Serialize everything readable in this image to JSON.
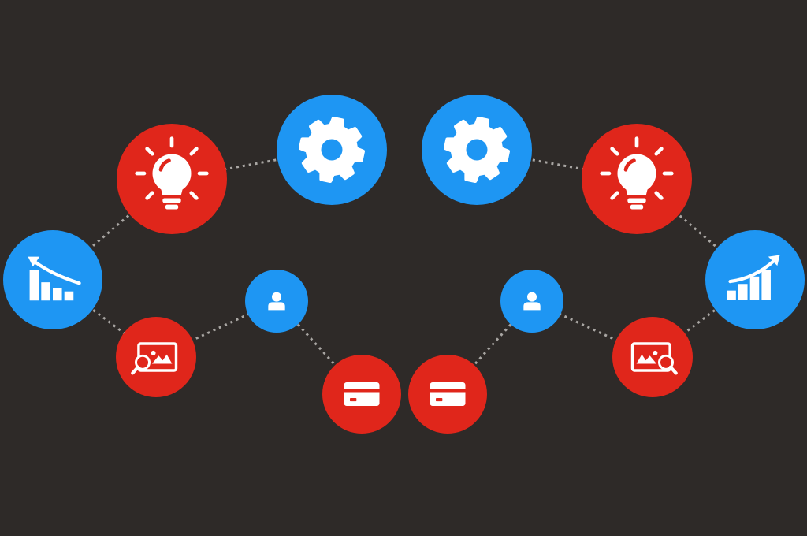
{
  "colors": {
    "background": "#2e2a28",
    "blue": "#1e96f3",
    "red": "#e0261b",
    "icon": "#ffffff",
    "connector": "#a9a6a3"
  },
  "nodes": [
    {
      "id": "gear-left",
      "icon": "gear-icon",
      "color": "blue"
    },
    {
      "id": "gear-right",
      "icon": "gear-icon",
      "color": "blue"
    },
    {
      "id": "bulb-left",
      "icon": "lightbulb-icon",
      "color": "red"
    },
    {
      "id": "bulb-right",
      "icon": "lightbulb-icon",
      "color": "red"
    },
    {
      "id": "chart-left",
      "icon": "declining-bar-chart-icon",
      "color": "blue"
    },
    {
      "id": "chart-right",
      "icon": "growth-bar-chart-icon",
      "color": "blue"
    },
    {
      "id": "image-left",
      "icon": "image-search-icon",
      "color": "red"
    },
    {
      "id": "image-right",
      "icon": "image-search-icon",
      "color": "red"
    },
    {
      "id": "user-left",
      "icon": "user-icon",
      "color": "blue"
    },
    {
      "id": "user-right",
      "icon": "user-icon",
      "color": "blue"
    },
    {
      "id": "card-left",
      "icon": "credit-card-icon",
      "color": "red"
    },
    {
      "id": "card-right",
      "icon": "credit-card-icon",
      "color": "red"
    }
  ],
  "connections": [
    [
      "gear-left",
      "bulb-left"
    ],
    [
      "bulb-left",
      "chart-left"
    ],
    [
      "chart-left",
      "image-left"
    ],
    [
      "image-left",
      "user-left"
    ],
    [
      "user-left",
      "card-left"
    ],
    [
      "gear-right",
      "bulb-right"
    ],
    [
      "bulb-right",
      "chart-right"
    ],
    [
      "chart-right",
      "image-right"
    ],
    [
      "image-right",
      "user-right"
    ],
    [
      "user-right",
      "card-right"
    ]
  ]
}
